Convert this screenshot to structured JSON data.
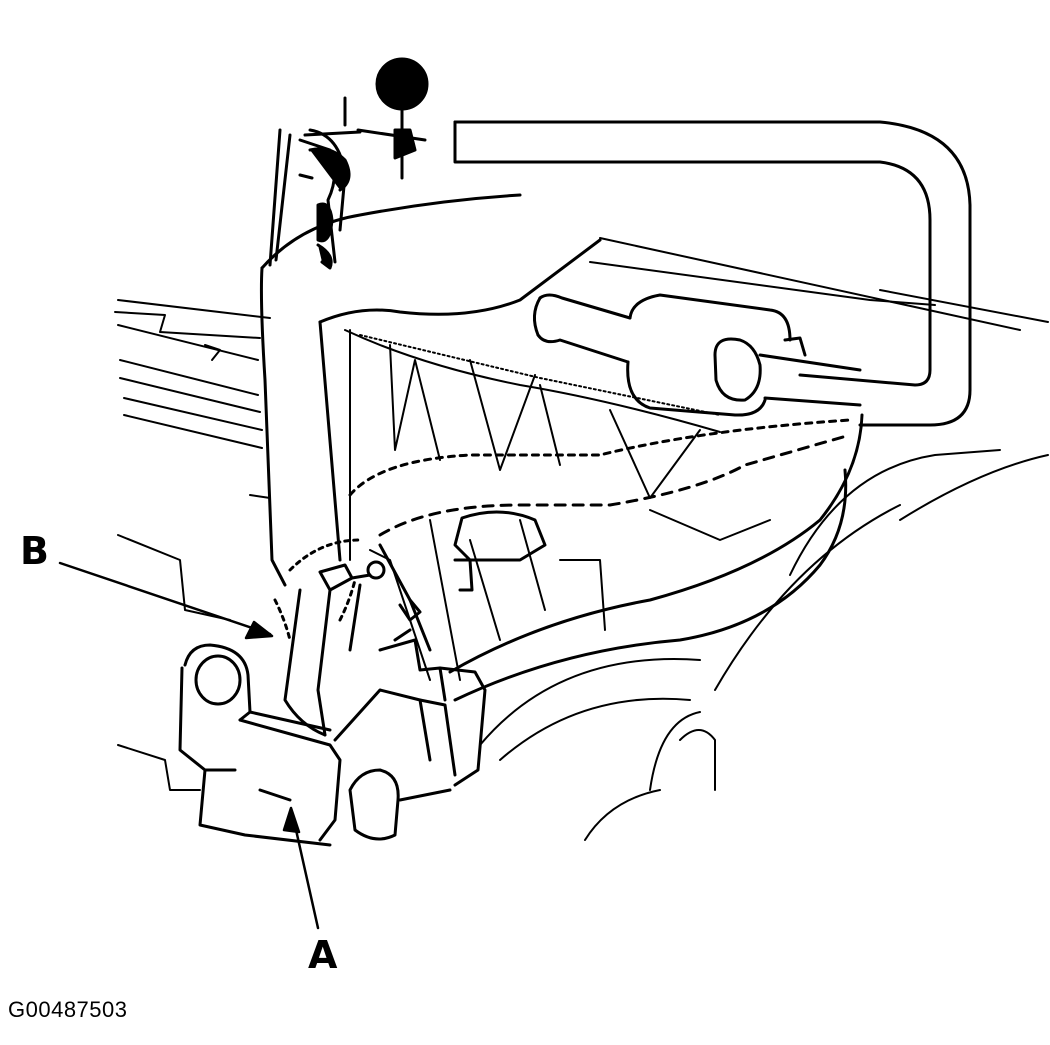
{
  "diagram": {
    "callouts": {
      "a": "A",
      "b": "B"
    },
    "figure_id": "G00487503"
  }
}
